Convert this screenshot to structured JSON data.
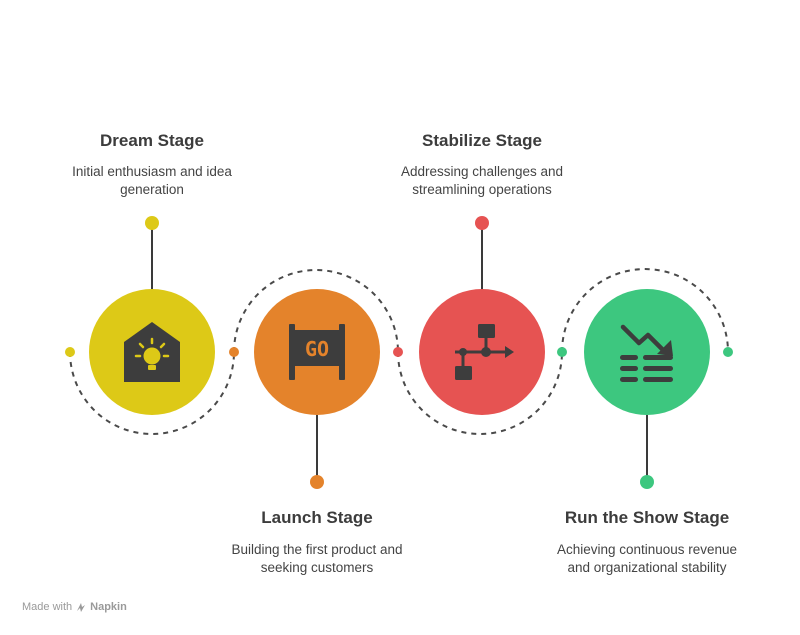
{
  "stages": [
    {
      "title": "Dream Stage",
      "desc_line1": "Initial enthusiasm and idea",
      "desc_line2": "generation",
      "color": "#DDC917",
      "icon": "house-lightbulb-icon"
    },
    {
      "title": "Launch Stage",
      "desc_line1": "Building the first product and",
      "desc_line2": "seeking customers",
      "color": "#E4832B",
      "icon": "go-sign-icon"
    },
    {
      "title": "Stabilize Stage",
      "desc_line1": "Addressing challenges and",
      "desc_line2": "streamlining operations",
      "color": "#E65352",
      "icon": "flowchart-icon"
    },
    {
      "title": "Run the Show Stage",
      "desc_line1": "Achieving continuous revenue",
      "desc_line2": "and organizational stability",
      "color": "#3DC77F",
      "icon": "downtrend-chart-icon"
    }
  ],
  "footer": {
    "made_with": "Made with",
    "brand": "Napkin"
  },
  "go_text": "GO"
}
